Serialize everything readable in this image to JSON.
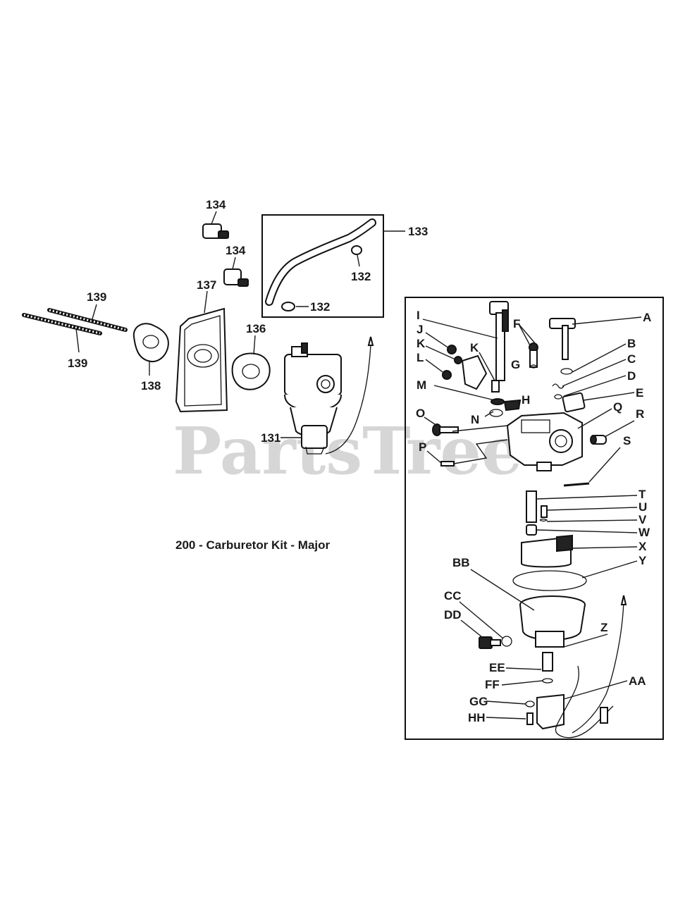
{
  "caption": "200 - Carburetor Kit - Major",
  "watermark": "PartsTree",
  "labels": {
    "l131": "131",
    "l132a": "132",
    "l132b": "132",
    "l133": "133",
    "l134a": "134",
    "l134b": "134",
    "l136": "136",
    "l137": "137",
    "l138": "138",
    "l139a": "139",
    "l139b": "139",
    "A": "A",
    "B": "B",
    "C": "C",
    "D": "D",
    "E": "E",
    "F": "F",
    "G": "G",
    "H": "H",
    "I": "I",
    "J": "J",
    "K1": "K",
    "K2": "K",
    "L": "L",
    "M": "M",
    "N": "N",
    "O": "O",
    "P": "P",
    "Q": "Q",
    "R": "R",
    "S": "S",
    "T": "T",
    "U": "U",
    "V": "V",
    "W": "W",
    "X": "X",
    "Y": "Y",
    "Z": "Z",
    "AA": "AA",
    "BB": "BB",
    "CC": "CC",
    "DD": "DD",
    "EE": "EE",
    "FF": "FF",
    "GG": "GG",
    "HH": "HH"
  }
}
